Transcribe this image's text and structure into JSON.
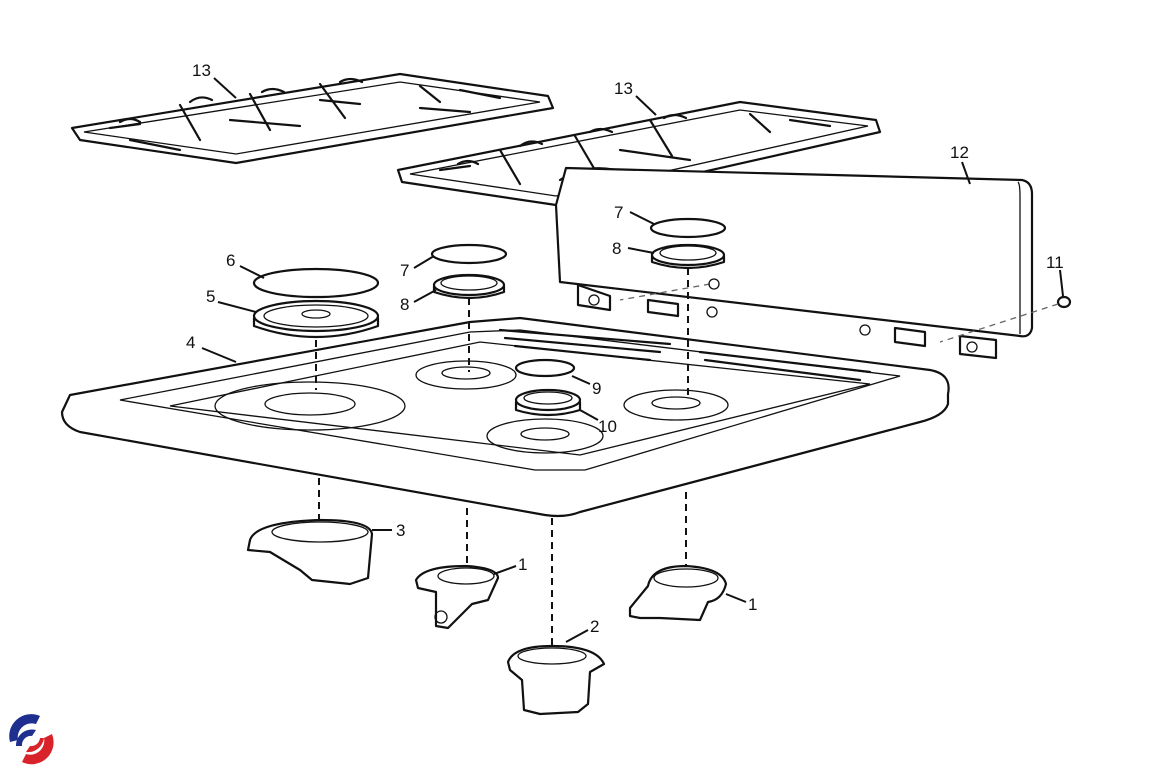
{
  "diagram": {
    "title": "Cooktop burner assembly exploded view",
    "callouts": [
      {
        "id": "c13a",
        "label": "13",
        "part": "grate-left"
      },
      {
        "id": "c13b",
        "label": "13",
        "part": "grate-right"
      },
      {
        "id": "c12",
        "label": "12",
        "part": "backguard"
      },
      {
        "id": "c11",
        "label": "11",
        "part": "screw"
      },
      {
        "id": "c7a",
        "label": "7",
        "part": "burner-cap-small"
      },
      {
        "id": "c8a",
        "label": "8",
        "part": "burner-head-small"
      },
      {
        "id": "c7b",
        "label": "7",
        "part": "burner-cap-small"
      },
      {
        "id": "c8b",
        "label": "8",
        "part": "burner-head-small"
      },
      {
        "id": "c6",
        "label": "6",
        "part": "burner-cap-large"
      },
      {
        "id": "c5",
        "label": "5",
        "part": "burner-head-large"
      },
      {
        "id": "c4",
        "label": "4",
        "part": "cooktop"
      },
      {
        "id": "c9",
        "label": "9",
        "part": "burner-cap-medium"
      },
      {
        "id": "c10",
        "label": "10",
        "part": "burner-head-medium"
      },
      {
        "id": "c3",
        "label": "3",
        "part": "burner-base-large"
      },
      {
        "id": "c1a",
        "label": "1",
        "part": "burner-base"
      },
      {
        "id": "c1b",
        "label": "1",
        "part": "burner-base"
      },
      {
        "id": "c2",
        "label": "2",
        "part": "burner-base-center"
      }
    ],
    "logo": {
      "name": "brand-logo",
      "colors": [
        "#1f2f8f",
        "#d8232a"
      ]
    }
  }
}
